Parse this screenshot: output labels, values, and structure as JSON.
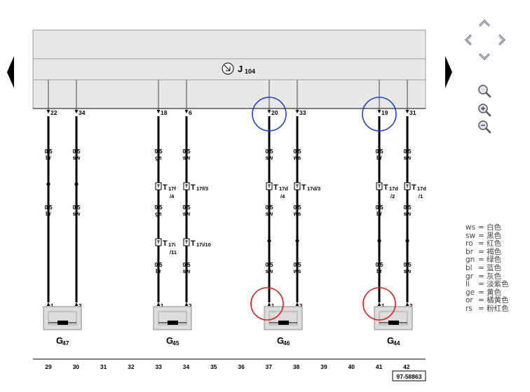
{
  "module": {
    "label": "J",
    "sub": "104"
  },
  "drawing_number": "97-58863",
  "bottom_numbers": [
    "29",
    "30",
    "31",
    "32",
    "33",
    "34",
    "35",
    "36",
    "37",
    "38",
    "39",
    "40",
    "41",
    "42"
  ],
  "wires": [
    {
      "pin": "22",
      "lower_size": "0,5",
      "lower_color": "br",
      "upper_size": "0,5",
      "upper_color": "br",
      "end_pin": "1"
    },
    {
      "pin": "34",
      "lower_size": "0,5",
      "lower_color": "sw",
      "upper_size": "0,5",
      "upper_color": "sw",
      "end_pin": "2"
    },
    {
      "pin": "18",
      "upper_size": "0,5",
      "upper_color": "ge",
      "mid_size": "0,5",
      "mid_color": "ge",
      "lower_size": "0,5",
      "lower_color": "br",
      "end_pin": "1",
      "conn1": "T",
      "conn1_sub": "17f",
      "conn1_pin": "/4",
      "conn2": "T",
      "conn2_sub": "17i",
      "conn2_pin": "/11"
    },
    {
      "pin": "6",
      "upper_size": "0,5",
      "upper_color": "sw",
      "mid_size": "0,5",
      "mid_color": "sw",
      "lower_size": "0,5",
      "lower_color": "sw",
      "end_pin": "2",
      "conn1": "T",
      "conn1_sub": "17f/3",
      "conn2": "T",
      "conn2_sub": "17i/10"
    },
    {
      "pin": "20",
      "upper_size": "0,5",
      "upper_color": "sw",
      "mid_size": "0,5",
      "mid_color": "sw",
      "lower_size": "0,5",
      "lower_color": "sw",
      "end_pin": "1",
      "conn1": "T",
      "conn1_sub": "17d",
      "conn1_pin": "/4"
    },
    {
      "pin": "33",
      "upper_size": "0,5",
      "upper_color": "ws",
      "mid_size": "0,5",
      "mid_color": "ws",
      "lower_size": "0,5",
      "lower_color": "ws",
      "end_pin": "2",
      "conn1": "T",
      "conn1_sub": "17d/3"
    },
    {
      "pin": "19",
      "upper_size": "0,5",
      "upper_color": "br",
      "mid_size": "0,5",
      "mid_color": "br",
      "lower_size": "0,5",
      "lower_color": "br",
      "end_pin": "1",
      "conn1": "T",
      "conn1_sub": "17d",
      "conn1_pin": "/2"
    },
    {
      "pin": "31",
      "upper_size": "0,5",
      "upper_color": "sw",
      "mid_size": "0,5",
      "mid_color": "sw",
      "lower_size": "0,5",
      "lower_color": "sw",
      "end_pin": "2",
      "conn1": "T",
      "conn1_sub": "17d",
      "conn1_pin": "/1"
    }
  ],
  "sensors": [
    {
      "label": "G",
      "sub": "47"
    },
    {
      "label": "G",
      "sub": "45"
    },
    {
      "label": "G",
      "sub": "46"
    },
    {
      "label": "G",
      "sub": "44"
    }
  ],
  "legend": [
    {
      "code": "ws",
      "eq": "=",
      "name": "白色"
    },
    {
      "code": "sw",
      "eq": "=",
      "name": "黑色"
    },
    {
      "code": "ro",
      "eq": "=",
      "name": "红色"
    },
    {
      "code": "br",
      "eq": "=",
      "name": "褐色"
    },
    {
      "code": "gn",
      "eq": "=",
      "name": "绿色"
    },
    {
      "code": "bl",
      "eq": "=",
      "name": "蓝色"
    },
    {
      "code": "gr",
      "eq": "=",
      "name": "灰色"
    },
    {
      "code": "li",
      "eq": "=",
      "name": "淡紫色"
    },
    {
      "code": "ge",
      "eq": "=",
      "name": "黄色"
    },
    {
      "code": "or",
      "eq": "=",
      "name": "橘黄色"
    },
    {
      "code": "rs",
      "eq": "=",
      "name": "粉红色"
    }
  ],
  "icons": {
    "prev": "triangle-left-icon",
    "next": "triangle-right-icon",
    "pan": "pan-arrows-icon",
    "zoom_fit": "magnifier-icon",
    "zoom_in": "zoom-in-icon",
    "zoom_out": "zoom-out-icon"
  },
  "colors": {
    "highlight_blue": "#1f3fd6",
    "highlight_red": "#e02020",
    "panel": "#e8e8e8",
    "sensor": "#dcdcdc"
  }
}
